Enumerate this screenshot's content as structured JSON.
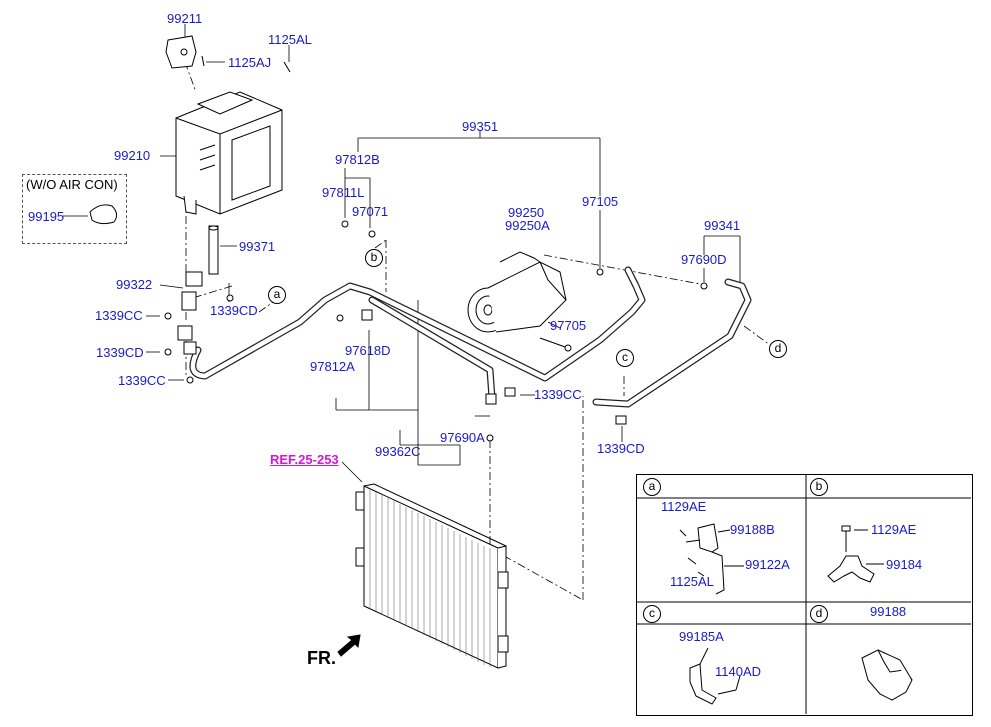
{
  "title_note": "(W/O AIR CON)",
  "ref_label": "REF.25-253",
  "front_label": "FR.",
  "parts": {
    "p99211": "99211",
    "p1125AL_top": "1125AL",
    "p1125AJ": "1125AJ",
    "p99210": "99210",
    "p99195": "99195",
    "p99371": "99371",
    "p99322": "99322",
    "p1339CC_a": "1339CC",
    "p1339CD_a": "1339CD",
    "p1339CD_b": "1339CD",
    "p1339CC_b": "1339CC",
    "p99351": "99351",
    "p97812B": "97812B",
    "p97811L": "97811L",
    "p97071": "97071",
    "p97618D": "97618D",
    "p97812A": "97812A",
    "p99250": "99250",
    "p99250A": "99250A",
    "p97105": "97105",
    "p99341": "99341",
    "p97690D": "97690D",
    "p97705": "97705",
    "p1339CC_c": "1339CC",
    "p97690A": "97690A",
    "p99362C": "99362C",
    "p1339CD_c": "1339CD"
  },
  "callouts": {
    "a": "a",
    "b": "b",
    "c": "c",
    "d": "d"
  },
  "details": {
    "a": {
      "letter": "a",
      "parts": [
        "1129AE",
        "99188B",
        "99122A",
        "1125AL"
      ]
    },
    "b": {
      "letter": "b",
      "parts": [
        "1129AE",
        "99184"
      ]
    },
    "c": {
      "letter": "c",
      "parts": [
        "99185A",
        "1140AD"
      ]
    },
    "d": {
      "letter": "d",
      "parts": [
        "99188"
      ]
    }
  },
  "colors": {
    "part_number": "#1a1ac8",
    "reference": "#d21ad2",
    "line": "#000000"
  }
}
